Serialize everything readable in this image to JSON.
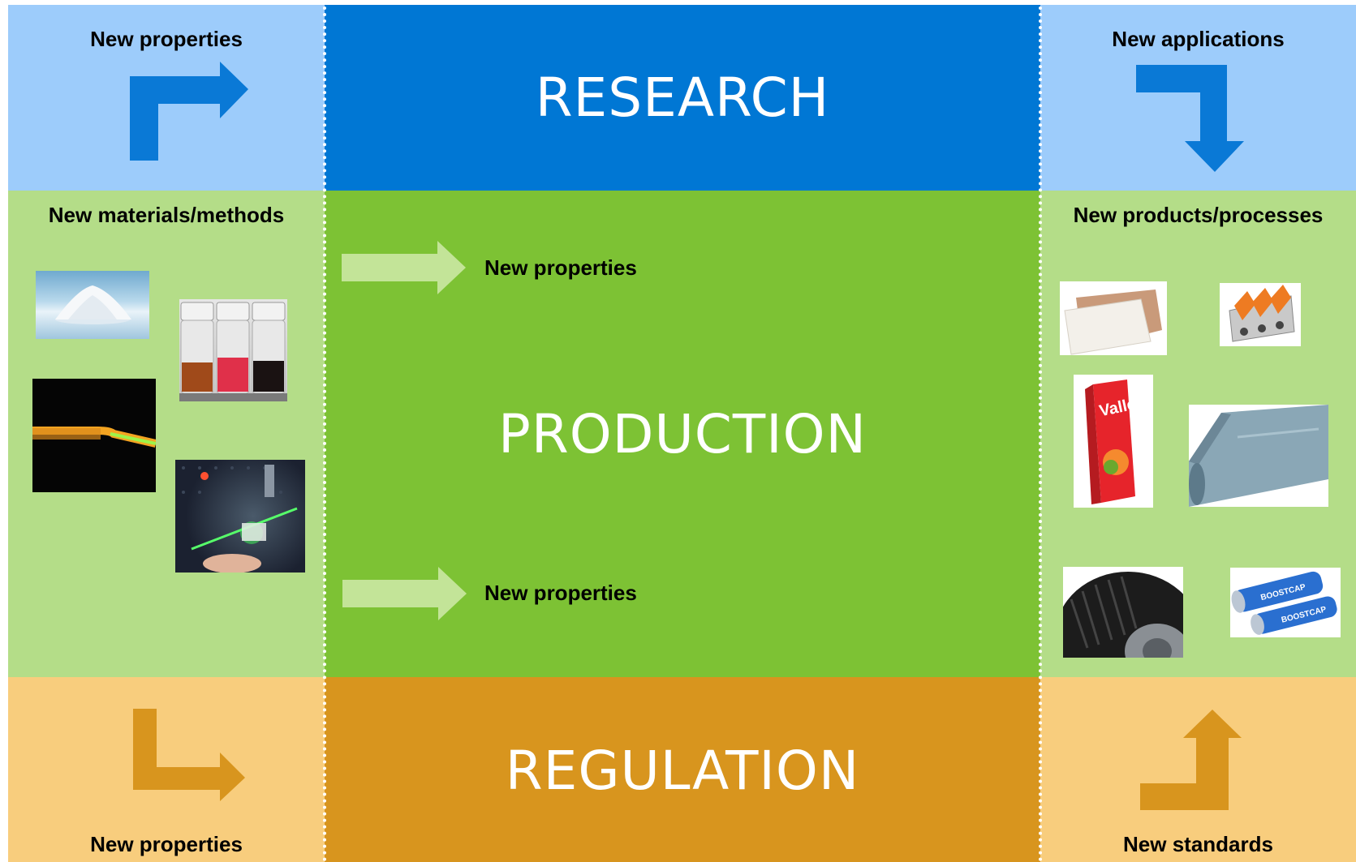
{
  "colors": {
    "research_light": "#9dccfb",
    "research_dark": "#0077d4",
    "production_light": "#b4dd88",
    "production_dark": "#7dc234",
    "regulation_light": "#f8cd7d",
    "regulation_dark": "#d8951e",
    "arrow_blue": "#0a79d6",
    "arrow_green_light": "#c3e498",
    "arrow_orange": "#d8951e"
  },
  "left": {
    "top_label": "New properties",
    "middle_label": "New materials/methods",
    "bottom_label": "New properties"
  },
  "center": {
    "research_title": "RESEARCH",
    "production_title": "PRODUCTION",
    "regulation_title": "REGULATION",
    "arrow_upper_label": "New properties",
    "arrow_lower_label": "New properties"
  },
  "right": {
    "top_label": "New applications",
    "middle_label": "New products/processes",
    "bottom_label": "New standards"
  }
}
